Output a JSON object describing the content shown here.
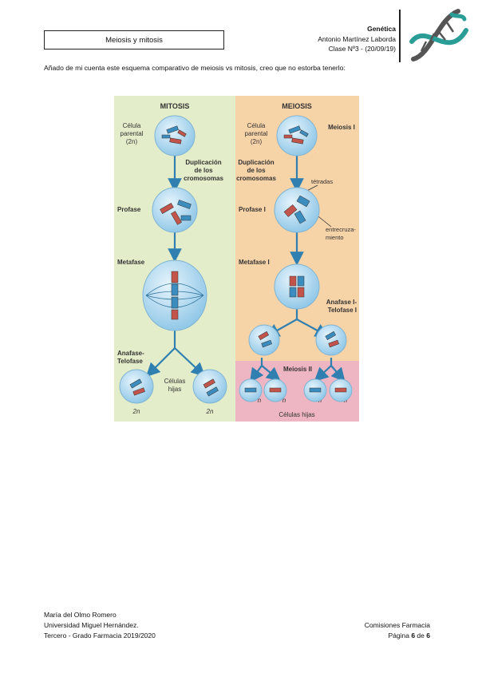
{
  "header": {
    "topic": "Meiosis y mitosis",
    "subject": "Genética",
    "author": "Antonio Martínez Laborda",
    "class_info": "Clase Nº3 - (20/09/19)"
  },
  "intro_text": "Añado de mi cuenta este esquema comparativo de meiosis vs mitosis, creo que no estorba tenerlo:",
  "figure": {
    "mitosis_title": "MITOSIS",
    "meiosis_title": "MEIOSIS",
    "parent_cell_l1": "Célula",
    "parent_cell_l2": "parental",
    "parent_cell_l3": "(2n)",
    "duplication_l1": "Duplicación",
    "duplication_l2": "de los",
    "duplication_l3": "cromosomas",
    "prophase": "Profase",
    "prophase_i": "Profase I",
    "metaphase": "Metafase",
    "metaphase_i": "Metafase I",
    "anaphase_telophase_l1": "Anafase-",
    "anaphase_telophase_l2": "Telofase",
    "daughter_cells_l1": "Células",
    "daughter_cells_l2": "hijas",
    "two_n": "2n",
    "n": "n",
    "meiosis_i": "Meiosis I",
    "meiosis_ii": "Meiosis II",
    "tetrads": "tétradas",
    "crossing_over_l1": "entrecruza-",
    "crossing_over_l2": "miento",
    "anaphase_i_l1": "Anafase I-",
    "anaphase_i_l2": "Telofase I",
    "daughter_cells_full": "Células hijas"
  },
  "footer": {
    "name": "María del Olmo Romero",
    "university": "Universidad Miguel Hernández.",
    "course": "Tercero - Grado Farmacia 2019/2020",
    "committee": "Comisiones Farmacia",
    "page_label": "Página",
    "page_current": "6",
    "page_of": "de",
    "page_total": "6"
  },
  "colors": {
    "mitosis_bg": "#e3edc9",
    "meiosis_bg": "#f7d3a8",
    "meiosis2_bg": "#eeb6c2",
    "arrow": "#2f7fb0",
    "cell_fill": "#b9dcf1",
    "chrom_blue": "#3c8dbf",
    "chrom_red": "#c2544b"
  }
}
